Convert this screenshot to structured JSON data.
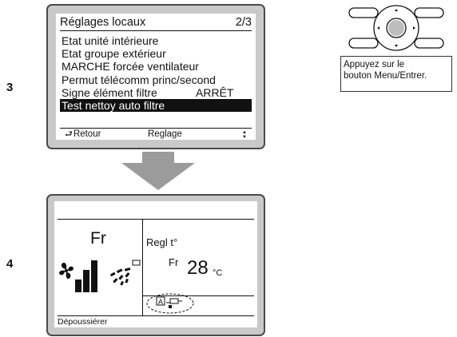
{
  "steps": {
    "step3": "3",
    "step4": "4"
  },
  "menu_screen": {
    "title": "Réglages locaux",
    "page": "2/3",
    "items": [
      {
        "label": "Etat unité intérieure",
        "value": ""
      },
      {
        "label": "Etat groupe extérieur",
        "value": ""
      },
      {
        "label": "MARCHE forcée ventilateur",
        "value": ""
      },
      {
        "label": "Permut télécomm princ/second",
        "value": ""
      },
      {
        "label": "Signe élément filtre",
        "value": "ARRÊT"
      },
      {
        "label": "Test nettoy auto filtre",
        "value": "",
        "selected": true
      }
    ],
    "footer": {
      "back_label": "Retour",
      "adjust_label": "Reglage"
    }
  },
  "standby_screen": {
    "mode_left": "Fr",
    "setpoint_label": "Regl t°",
    "mode_right": "Fr",
    "temperature": "28",
    "unit": "°C",
    "status": "Dépoussiérer",
    "fan_level": 3,
    "fan_levels_total": 3,
    "filter_icon_letter": "A"
  },
  "callout": {
    "text_line1": "Appuyez sur le",
    "text_line2": "bouton Menu/Entrer."
  },
  "colors": {
    "lcd_frame": "#c9c9c9",
    "arrow": "#9b9b9b",
    "selected_bg": "#111111"
  }
}
